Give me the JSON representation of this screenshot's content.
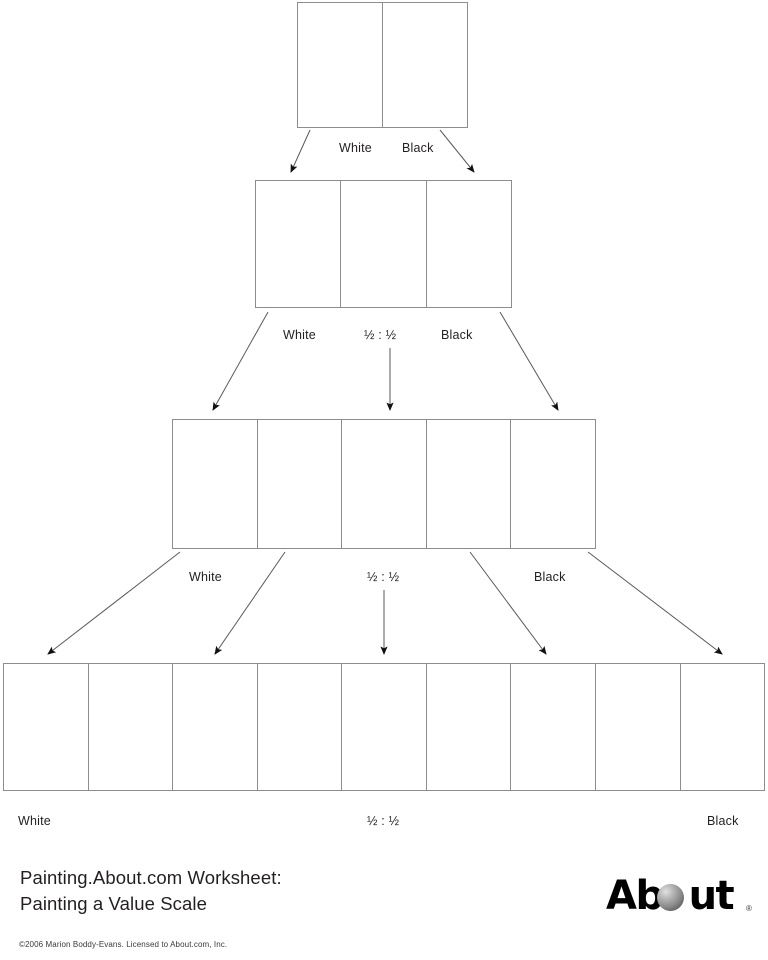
{
  "worksheet": {
    "title_line1": "Painting.About.com Worksheet:",
    "title_line2": "Painting a Value Scale",
    "copyright": "©2006 Marion Boddy-Evans. Licensed to About.com, Inc.",
    "logo": {
      "wordmark_before": "Ab",
      "wordmark_after": "ut",
      "registered_mark": "®",
      "sphere_color": "#8a8a8a"
    }
  },
  "colors": {
    "cell_border": "#8d8d8d",
    "cell_fill": "#ffffff",
    "text": "#231f20",
    "arrow": "#4a4a4a",
    "page_background": "#ffffff"
  },
  "chart_data": {
    "type": "table",
    "title": "Painting a Value Scale",
    "description": "Progressive value-scale mixing chart: each row subdivides into more steps between White and Black.",
    "rows": [
      {
        "index": 1,
        "cell_count": 2,
        "cells": [
          "",
          ""
        ],
        "labels": [
          "White",
          "Black"
        ]
      },
      {
        "index": 2,
        "cell_count": 3,
        "cells": [
          "",
          "",
          ""
        ],
        "labels": [
          "White",
          "½ : ½",
          "Black"
        ]
      },
      {
        "index": 3,
        "cell_count": 5,
        "cells": [
          "",
          "",
          "",
          "",
          ""
        ],
        "labels": [
          "White",
          "½ : ½",
          "Black"
        ]
      },
      {
        "index": 4,
        "cell_count": 9,
        "cells": [
          "",
          "",
          "",
          "",
          "",
          "",
          "",
          "",
          ""
        ],
        "labels": [
          "White",
          "½ : ½",
          "Black"
        ]
      }
    ]
  },
  "labels": {
    "row1": {
      "white": "White",
      "black": "Black"
    },
    "row2": {
      "white": "White",
      "half": "½ : ½",
      "black": "Black"
    },
    "row3": {
      "white": "White",
      "half": "½ : ½",
      "black": "Black"
    },
    "row4": {
      "white": "White",
      "half": "½ : ½",
      "black": "Black"
    }
  }
}
